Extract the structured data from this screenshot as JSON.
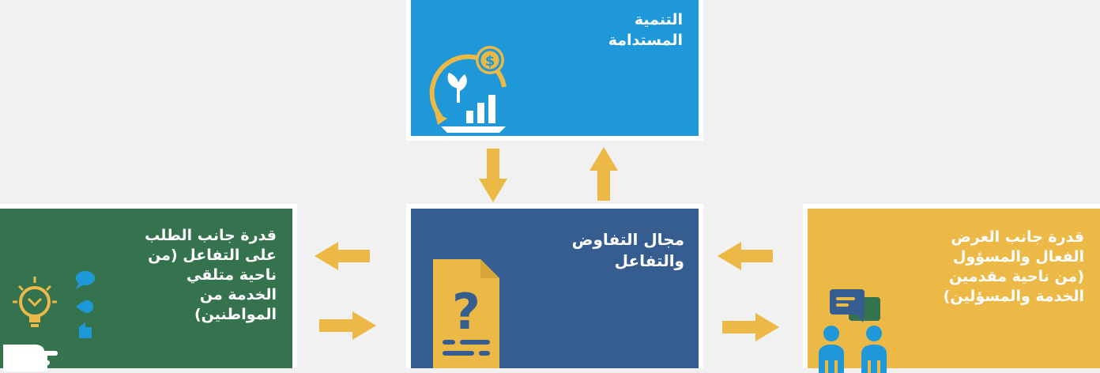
{
  "boxes": {
    "top": {
      "label": "التنمية\nالمستدامة",
      "color": "#1e98d8",
      "icon": "sustainable-growth-icon"
    },
    "center": {
      "label": "مجال التفاوض\nوالتفاعل",
      "color": "#355d90",
      "icon": "question-document-icon"
    },
    "left": {
      "label": "قدرة جانب الطلب\nعلى التفاعل (من\nناحية متلقي\nالخدمة من\nالمواطنين)",
      "color": "#35734f",
      "icon": "idea-hand-icon"
    },
    "right": {
      "label": "قدرة جانب العرض\nالفعال والمسؤول\n(من ناحية مقدمين\nالخدمة والمسؤلين)",
      "color": "#ecb947",
      "icon": "people-discussion-icon"
    }
  },
  "arrow_color": "#ecb947",
  "background": "#f0f1f0"
}
